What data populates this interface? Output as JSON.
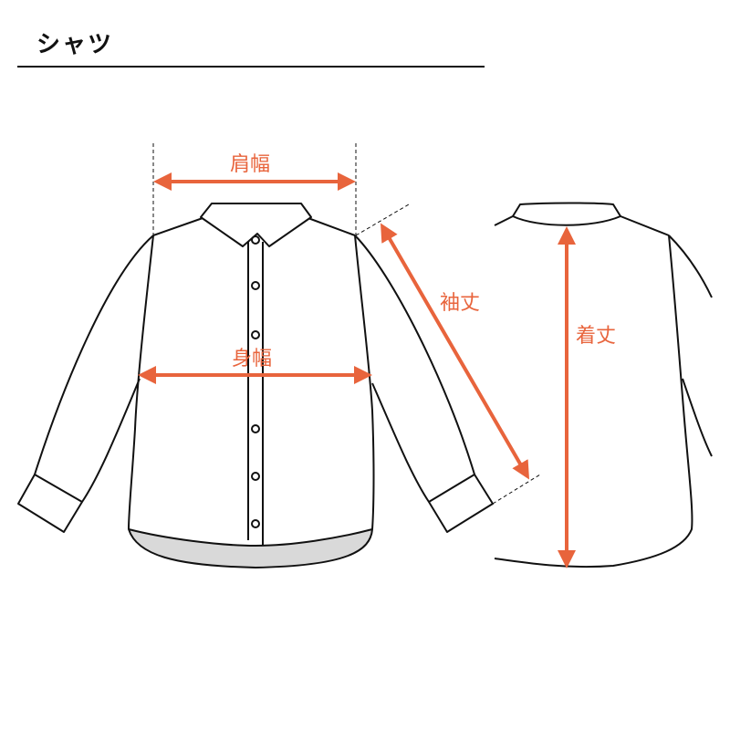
{
  "header": {
    "title": "シャツ"
  },
  "labels": {
    "shoulder_width": "肩幅",
    "body_width": "身幅",
    "sleeve_length": "袖丈",
    "total_length": "着丈"
  },
  "colors": {
    "accent": "#e8643c",
    "line": "#111111",
    "shade": "#d9d9d9"
  }
}
